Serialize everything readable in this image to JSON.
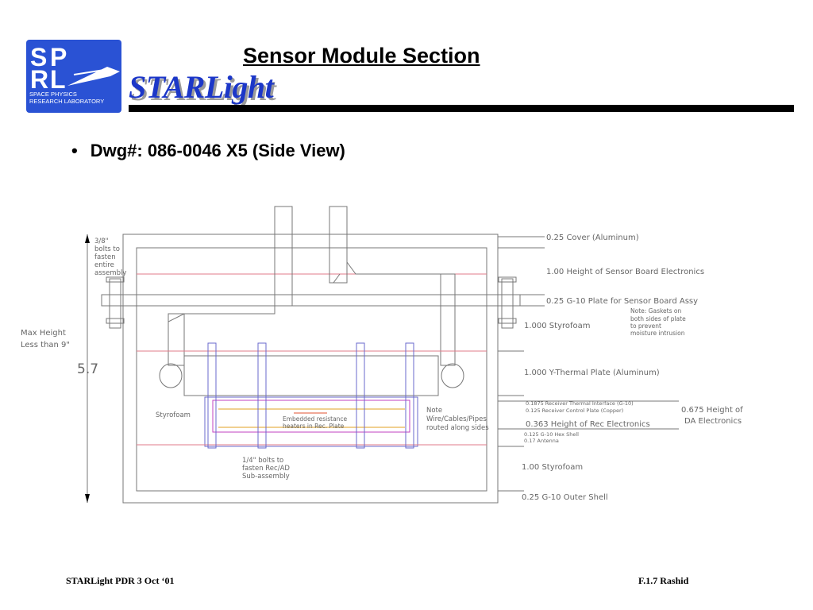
{
  "slide": {
    "title": "Sensor Module Section",
    "bullet": "Dwg#: 086-0046 X5 (Side  View)"
  },
  "logo": {
    "mark_letters": [
      "S",
      "P",
      "R",
      "L"
    ],
    "line1": "SPACE PHYSICS",
    "line2": "RESEARCH LABORATORY",
    "brand": "STARLight"
  },
  "drawing": {
    "overall_dimension": "5.7",
    "max_height_note": [
      "Max Height",
      "Less than 9\""
    ],
    "bolts_note": [
      "3/8\"",
      "bolts to",
      "fasten",
      "entire",
      "assembly"
    ],
    "styrofoam_label": "Styrofoam",
    "heater_note": [
      "Embedded resistance",
      "heaters in Rec. Plate"
    ],
    "wire_note": [
      "Note",
      "Wire/Cables/Pipes",
      "routed along sides"
    ],
    "sub_bolts_note": [
      "1/4\" bolts to",
      "fasten Rec/AD",
      "Sub-assembly"
    ],
    "layers": [
      "0.25 Cover (Aluminum)",
      "1.00 Height of Sensor Board Electronics",
      "0.25 G-10 Plate for Sensor Board Assy",
      "1.000 Styrofoam",
      "1.000 Y-Thermal Plate (Aluminum)",
      "0.1875 Receiver Thermal Interface (G-10)",
      "0.125 Receiver Control Plate (Copper)",
      "0.363 Height of Rec Electronics",
      "0.125 G-10 Hex Shell",
      "0.17 Antenna",
      "1.00 Styrofoam",
      "0.25 G-10 Outer Shell"
    ],
    "gasket_note": [
      "Note: Gaskets on",
      "both sides of plate",
      "to prevent",
      "moisture intrusion"
    ],
    "da_note": [
      "0.675 Height of",
      "DA Electronics"
    ]
  },
  "footer": {
    "left": "STARLight PDR  3 Oct ‘01",
    "right": "F.1.7  Rashid"
  }
}
